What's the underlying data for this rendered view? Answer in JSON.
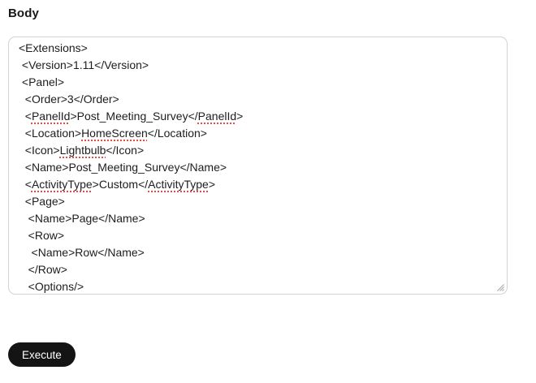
{
  "body_field": {
    "label": "Body",
    "text_color": "#1d1d1f",
    "border_color": "#d2d2d7",
    "spellcheck_underline_color": "#eb4b41",
    "lines": [
      {
        "segments": [
          {
            "text": "<Extensions>"
          }
        ]
      },
      {
        "segments": [
          {
            "text": " <Version>1.11</Version>"
          }
        ]
      },
      {
        "segments": [
          {
            "text": " <Panel>"
          }
        ]
      },
      {
        "segments": [
          {
            "text": "  <Order>3</Order>"
          }
        ]
      },
      {
        "segments": [
          {
            "text": "  <"
          },
          {
            "text": "PanelId",
            "misspelled": true
          },
          {
            "text": ">Post_Meeting_Survey</"
          },
          {
            "text": "PanelId",
            "misspelled": true
          },
          {
            "text": ">"
          }
        ]
      },
      {
        "segments": [
          {
            "text": "  <Location>"
          },
          {
            "text": "HomeScreen",
            "misspelled": true
          },
          {
            "text": "</Location>"
          }
        ]
      },
      {
        "segments": [
          {
            "text": "  <Icon>"
          },
          {
            "text": "Lightbulb",
            "misspelled": true
          },
          {
            "text": "</Icon>"
          }
        ]
      },
      {
        "segments": [
          {
            "text": "  <Name>Post_Meeting_Survey</Name>"
          }
        ]
      },
      {
        "segments": [
          {
            "text": "  <"
          },
          {
            "text": "ActivityType",
            "misspelled": true
          },
          {
            "text": ">Custom</"
          },
          {
            "text": "ActivityType",
            "misspelled": true
          },
          {
            "text": ">"
          }
        ]
      },
      {
        "segments": [
          {
            "text": "  <Page>"
          }
        ]
      },
      {
        "segments": [
          {
            "text": "   <Name>Page</Name>"
          }
        ]
      },
      {
        "segments": [
          {
            "text": "   <Row>"
          }
        ]
      },
      {
        "segments": [
          {
            "text": "    <Name>Row</Name>"
          }
        ]
      },
      {
        "segments": [
          {
            "text": "   </Row>"
          }
        ]
      },
      {
        "segments": [
          {
            "text": "   <Options/>"
          }
        ]
      }
    ]
  },
  "execute_button": {
    "label": "Execute",
    "background": "#141414",
    "text_color": "#ffffff"
  },
  "icons": {
    "resize_grip": "textarea-resize-grip"
  }
}
